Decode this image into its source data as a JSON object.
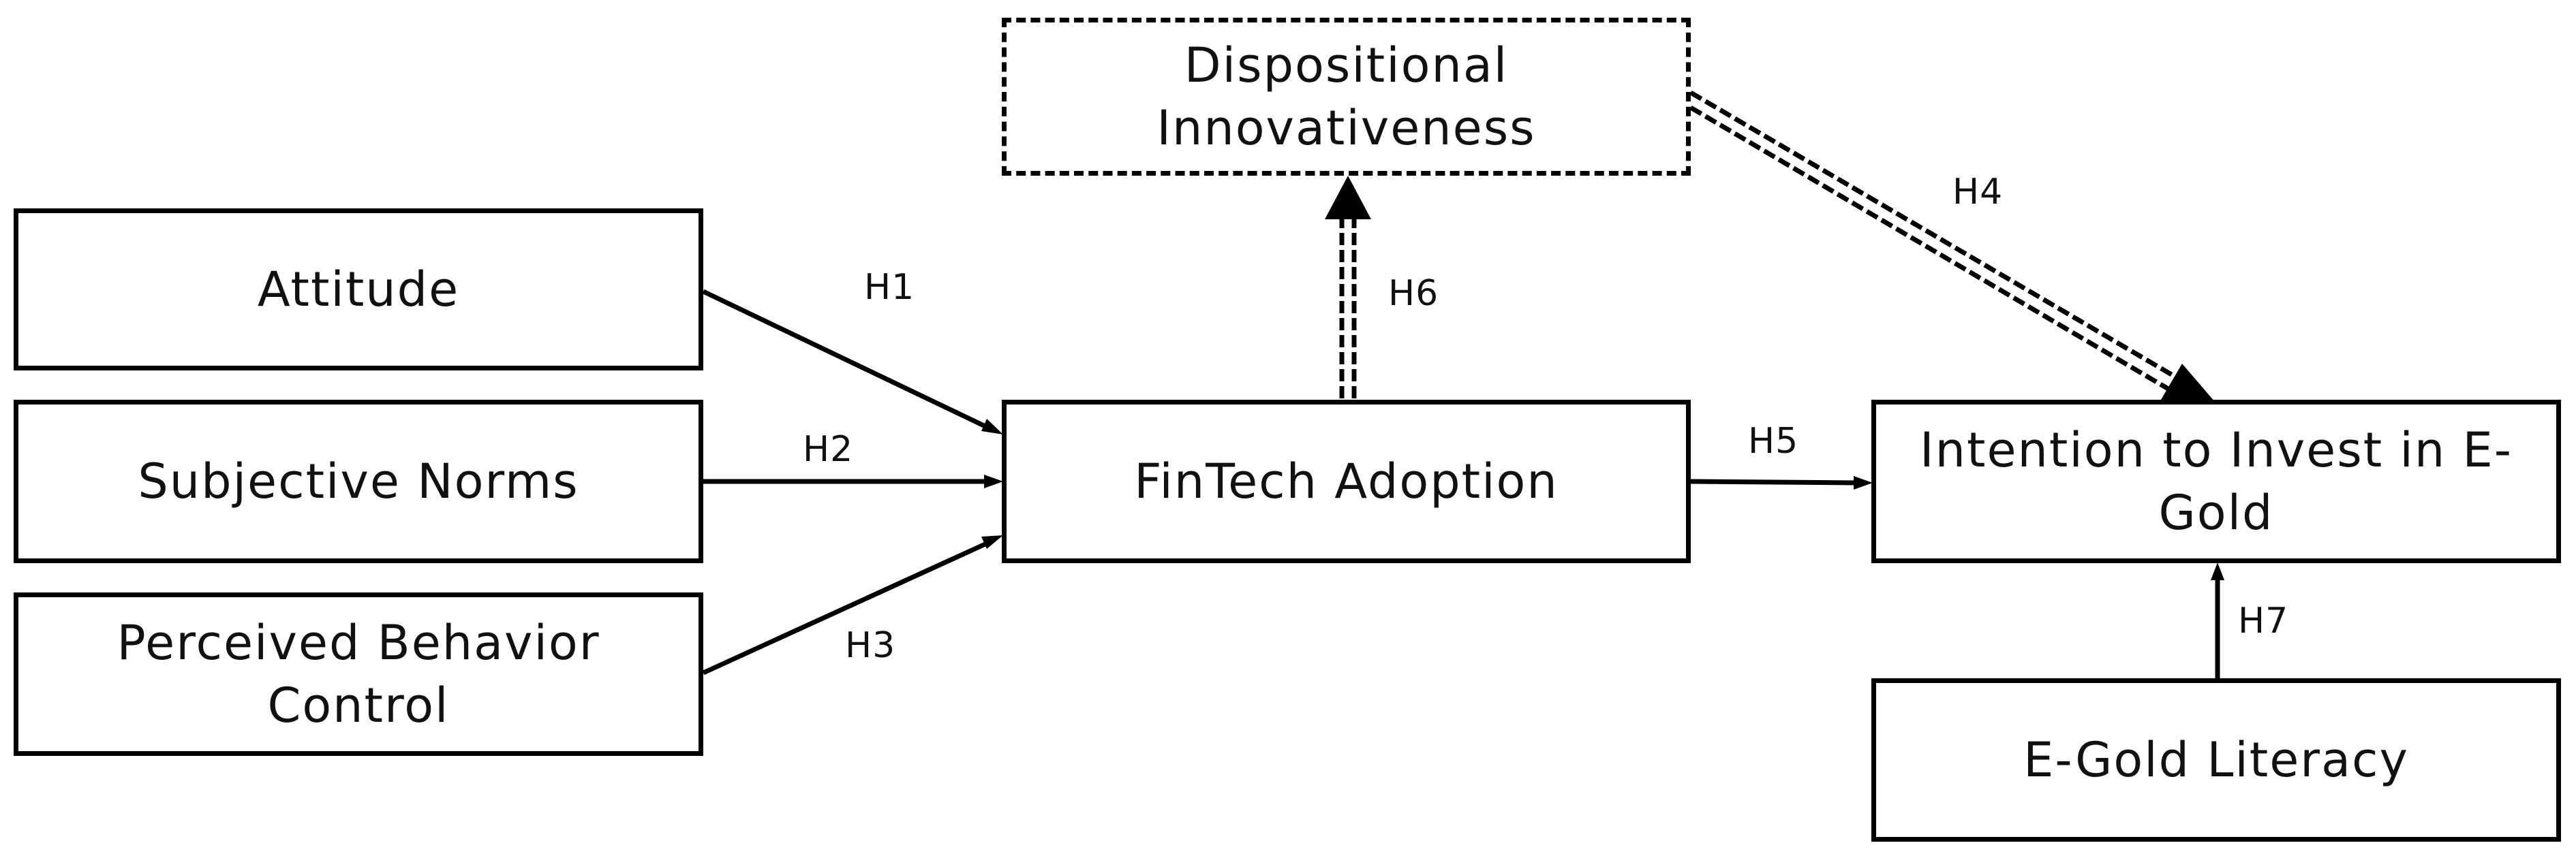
{
  "nodes": {
    "attitude": "Attitude",
    "subjective_norms": "Subjective Norms",
    "pbc": "Perceived Behavior\nControl",
    "fintech": "FinTech Adoption",
    "dispositional": "Dispositional\nInnovativeness",
    "intention": "Intention to Invest in E-\nGold",
    "literacy": "E-Gold Literacy"
  },
  "edges": {
    "h1": "H1",
    "h2": "H2",
    "h3": "H3",
    "h4": "H4",
    "h5": "H5",
    "h6": "H6",
    "h7": "H7"
  },
  "styles": {
    "line_color": "#000000",
    "moderator_border": "dashed"
  }
}
